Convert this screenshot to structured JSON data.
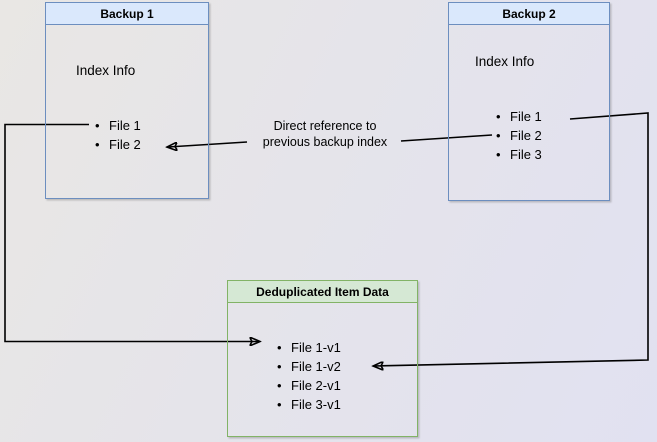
{
  "diagram": {
    "backup1": {
      "title": "Backup 1",
      "subtitle": "Index Info",
      "items": [
        "File 1",
        "File 2"
      ]
    },
    "backup2": {
      "title": "Backup 2",
      "subtitle": "Index Info",
      "items": [
        "File 1",
        "File 2",
        "File 3"
      ]
    },
    "dedup": {
      "title": "Deduplicated Item Data",
      "items": [
        "File 1-v1",
        "File 1-v2",
        "File 2-v1",
        "File 3-v1"
      ]
    },
    "annotation": {
      "line1": "Direct reference to",
      "line2": "previous backup index"
    },
    "bullet": "•",
    "colors": {
      "blue_header_bg": "#dae8fc",
      "blue_border": "#6c8ebf",
      "green_header_bg": "#d5e8d4",
      "green_border": "#82b366",
      "connector": "#000000",
      "text": "#000000"
    }
  }
}
